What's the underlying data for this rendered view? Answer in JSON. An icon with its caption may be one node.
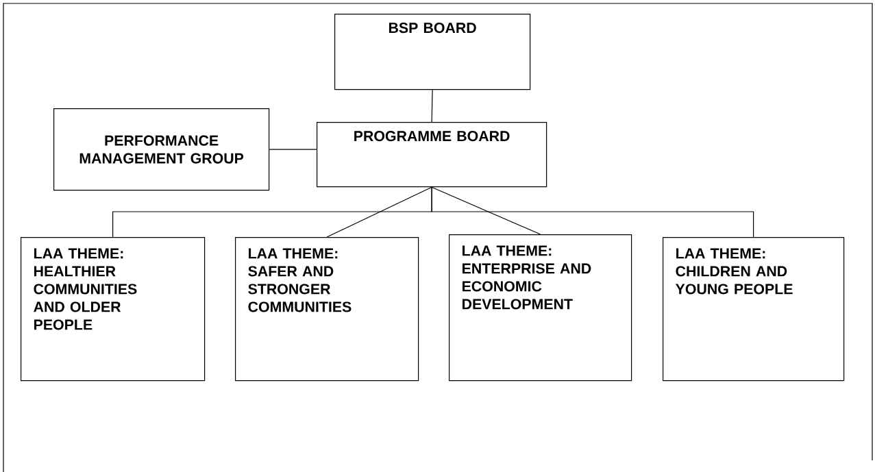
{
  "diagram": {
    "nodes": [
      {
        "text": [
          "BSP BOARD"
        ]
      },
      {
        "text": [
          "PERFORMANCE MANAGEMENT GROUP"
        ]
      },
      {
        "text": [
          "PROGRAMME BOARD"
        ]
      },
      {
        "text": [
          "LAA THEME: HEALTHIER COMMUNITIES AND OLDER PEOPLE"
        ]
      },
      {
        "text": [
          "LAA THEME: SAFER AND STRONGER COMMUNITIES"
        ]
      },
      {
        "text": [
          "LAA THEME: ENTERPRISE AND ECONOMIC DEVELOPMENT"
        ]
      },
      {
        "text": [
          "LAA THEME: CHILDREN AND YOUNG PEOPLE"
        ]
      }
    ],
    "edges": [
      {
        "from": 0,
        "to": 2,
        "arrow": "none"
      },
      {
        "from": 1,
        "to": 2,
        "arrow": "none"
      },
      {
        "from": 2,
        "to": 3,
        "arrow": "none"
      },
      {
        "from": 2,
        "to": 4,
        "arrow": "none"
      },
      {
        "from": 2,
        "to": 5,
        "arrow": "none"
      },
      {
        "from": 2,
        "to": 6,
        "arrow": "none"
      }
    ]
  }
}
